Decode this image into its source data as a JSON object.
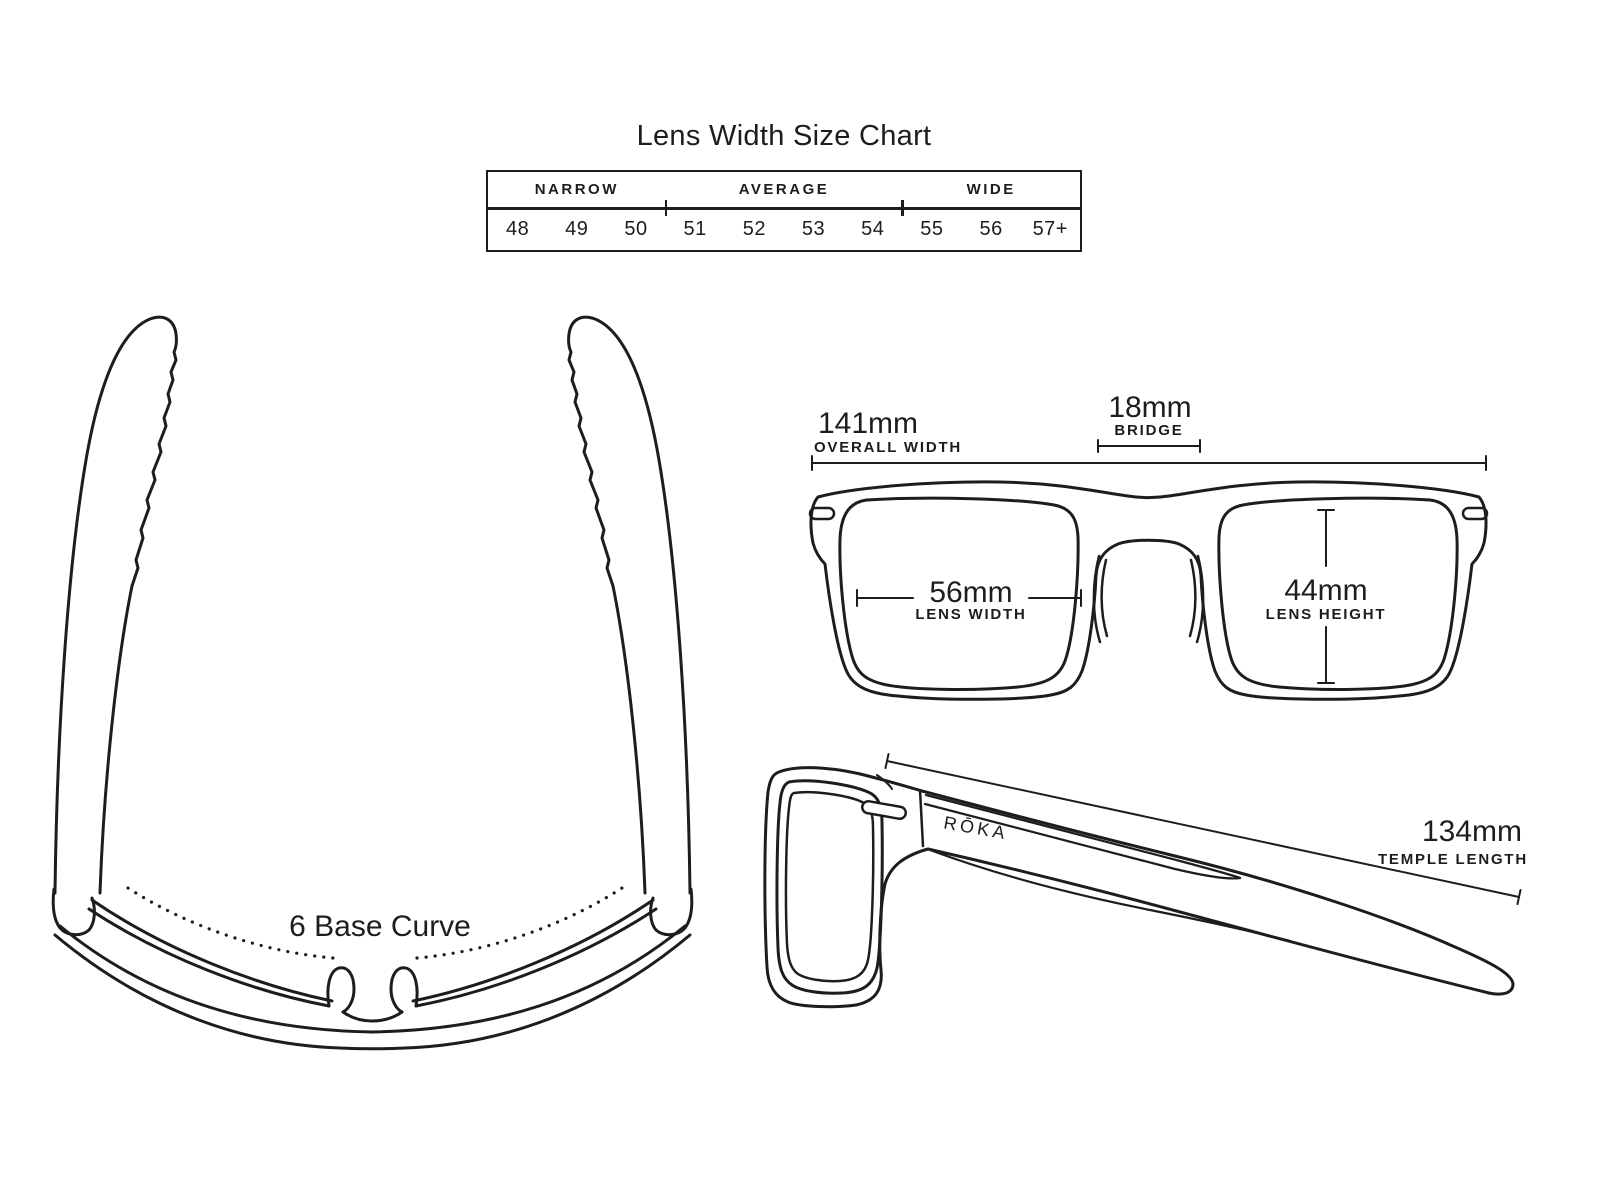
{
  "title": "Lens Width Size Chart",
  "size_chart": {
    "categories": [
      {
        "label": "NARROW",
        "span": 3
      },
      {
        "label": "AVERAGE",
        "span": 4
      },
      {
        "label": "WIDE",
        "span": 3
      }
    ],
    "values": [
      "48",
      "49",
      "50",
      "51",
      "52",
      "53",
      "54",
      "55",
      "56",
      "57+"
    ]
  },
  "front_view": {
    "overall_width": {
      "value": "141mm",
      "label": "OVERALL WIDTH"
    },
    "bridge": {
      "value": "18mm",
      "label": "BRIDGE"
    },
    "lens_width": {
      "value": "56mm",
      "label": "LENS WIDTH"
    },
    "lens_height": {
      "value": "44mm",
      "label": "LENS HEIGHT"
    }
  },
  "top_view": {
    "base_curve": "6 Base Curve"
  },
  "side_view": {
    "brand": "RŌKA",
    "temple_length": {
      "value": "134mm",
      "label": "TEMPLE LENGTH"
    }
  },
  "colors": {
    "ink": "#1d1d1b",
    "background": "#ffffff"
  }
}
